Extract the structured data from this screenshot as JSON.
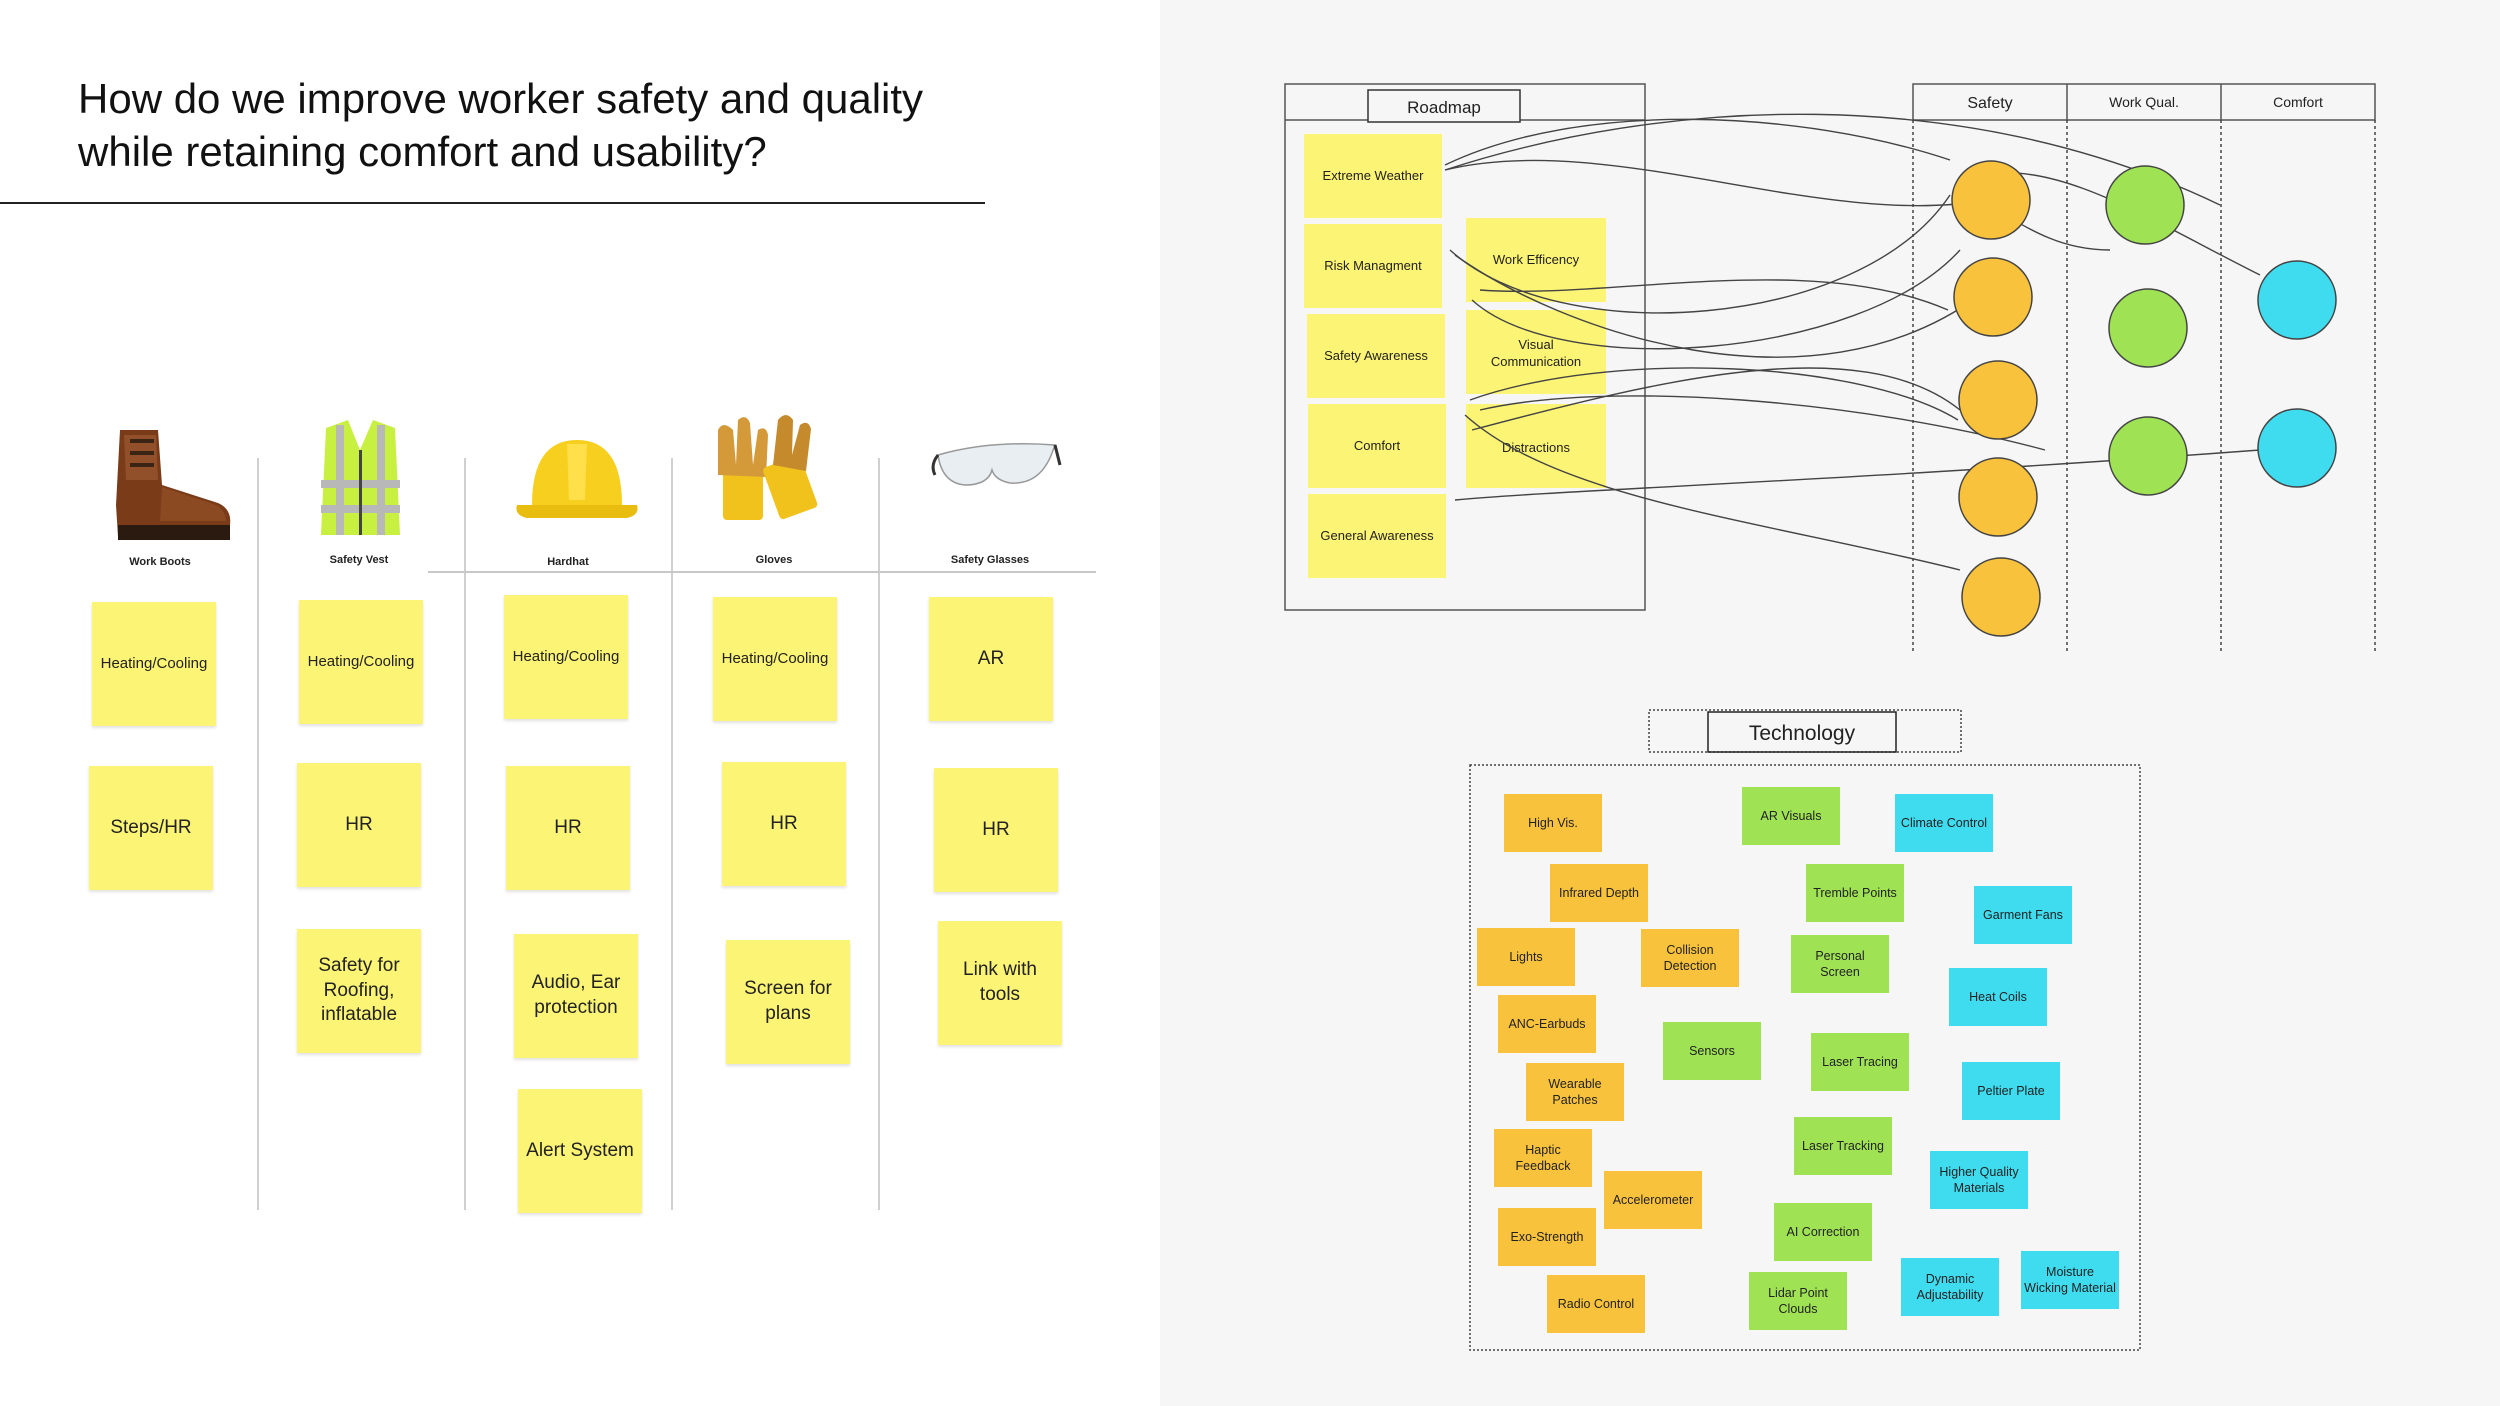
{
  "title": "How do we improve worker safety and quality\nwhile retaining comfort and usability?",
  "products": [
    {
      "label": "Work Boots",
      "icon": "work-boot-icon"
    },
    {
      "label": "Safety Vest",
      "icon": "safety-vest-icon"
    },
    {
      "label": "Hardhat",
      "icon": "hardhat-icon"
    },
    {
      "label": "Gloves",
      "icon": "gloves-icon"
    },
    {
      "label": "Safety Glasses",
      "icon": "safety-glasses-icon"
    }
  ],
  "sticky_notes": {
    "boots": [
      "Heating/Cooling",
      "Steps/HR"
    ],
    "vest": [
      "Heating/Cooling",
      "HR",
      "Safety for Roofing, inflatable"
    ],
    "hardhat": [
      "Heating/Cooling",
      "HR",
      "Audio, Ear protection",
      "Alert System"
    ],
    "gloves": [
      "Heating/Cooling",
      "HR",
      "Screen for plans"
    ],
    "glasses": [
      "AR",
      "HR",
      "Link with tools"
    ]
  },
  "roadmap": {
    "title": "Roadmap",
    "left_notes": [
      "Extreme Weather",
      "Risk Managment",
      "Safety Awareness",
      "Comfort",
      "General Awareness"
    ],
    "right_notes": [
      "Work Efficency",
      "Visual Communication",
      "Distractions"
    ],
    "columns": [
      "Safety",
      "Work Qual.",
      "Comfort"
    ]
  },
  "technology": {
    "title": "Technology",
    "orange": [
      "High Vis.",
      "Infrared Depth",
      "Lights",
      "Collision Detection",
      "ANC-Earbuds",
      "Wearable Patches",
      "Haptic Feedback",
      "Accelerometer",
      "Exo-Strength",
      "Radio Control"
    ],
    "green": [
      "AR Visuals",
      "Tremble Points",
      "Personal Screen",
      "Sensors",
      "Laser Tracing",
      "Laser Tracking",
      "AI Correction",
      "Lidar Point Clouds"
    ],
    "cyan": [
      "Climate Control",
      "Garment Fans",
      "Heat Coils",
      "Peltier Plate",
      "Higher Quality Materials",
      "Dynamic Adjustability",
      "Moisture Wicking Material"
    ]
  },
  "colors": {
    "sticky_yellow": "#fcf474",
    "orange": "#f9c23c",
    "green": "#9fe355",
    "cyan": "#3fdcf0",
    "circle_orange": "#f9c23c",
    "circle_green": "#9fe355",
    "circle_cyan": "#3fdcf0"
  }
}
